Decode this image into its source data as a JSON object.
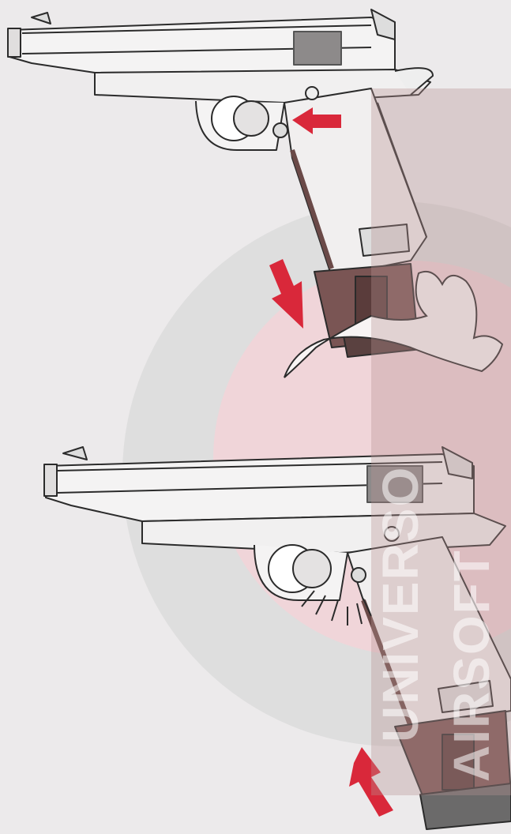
{
  "watermark": {
    "line1": "UNIVERSO",
    "line2": "AIRSOFT",
    "color_band": "#c8a7a7"
  },
  "colors": {
    "line": "#2b2b2b",
    "arrow": "#d9283a",
    "pink_circle": "#f1d3d6",
    "gray_ring": "#d3d3d3",
    "grip_dark": "#6b4a48"
  },
  "figures": [
    {
      "name": "magazine-release-step",
      "arrows": [
        "press-release",
        "magazine-drop"
      ]
    },
    {
      "name": "magazine-insert-step",
      "arrows": [
        "magazine-insert"
      ]
    }
  ]
}
